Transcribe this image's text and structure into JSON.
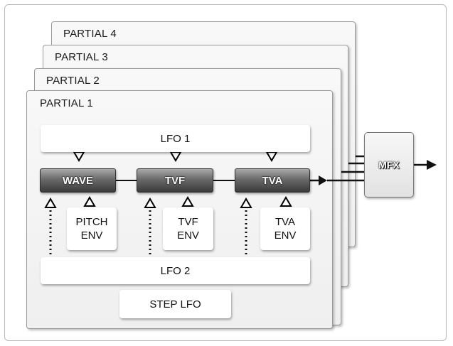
{
  "partials": {
    "p4": "PARTIAL 4",
    "p3": "PARTIAL 3",
    "p2": "PARTIAL 2",
    "p1": "PARTIAL 1"
  },
  "blocks": {
    "lfo1": "LFO 1",
    "wave": "WAVE",
    "tvf": "TVF",
    "tva": "TVA",
    "pitch_env_line1": "PITCH",
    "pitch_env_line2": "ENV",
    "tvf_env_line1": "TVF",
    "tvf_env_line2": "ENV",
    "tva_env_line1": "TVA",
    "tva_env_line2": "ENV",
    "lfo2": "LFO 2",
    "step_lfo": "STEP LFO",
    "mfx": "MFX"
  }
}
